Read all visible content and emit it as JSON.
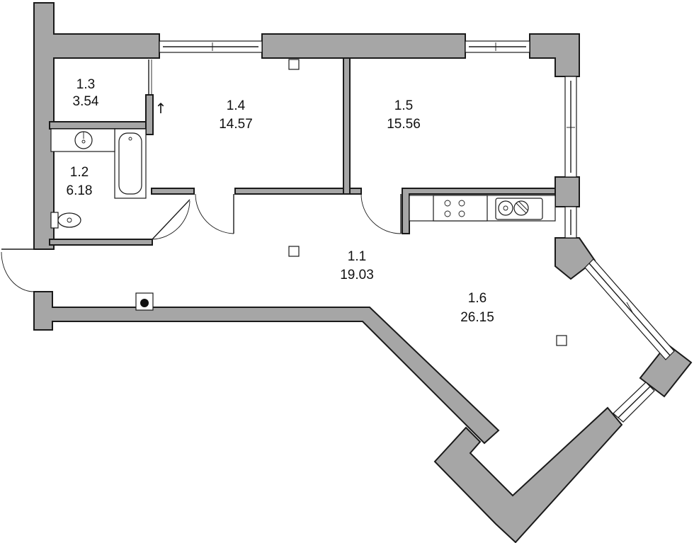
{
  "plan": {
    "wall_fill": "#a6a6a6",
    "line_color": "#1a1a1a",
    "rooms": [
      {
        "id": "1.1",
        "area": "19.03"
      },
      {
        "id": "1.2",
        "area": "6.18"
      },
      {
        "id": "1.3",
        "area": "3.54"
      },
      {
        "id": "1.4",
        "area": "14.57"
      },
      {
        "id": "1.5",
        "area": "15.56"
      },
      {
        "id": "1.6",
        "area": "26.15"
      }
    ],
    "entry_arrow": "↑"
  }
}
